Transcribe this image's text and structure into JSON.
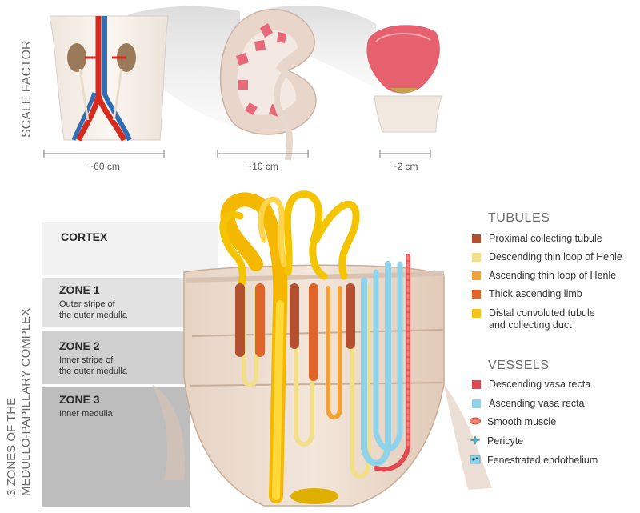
{
  "scale_factor": {
    "heading": "SCALE FACTOR",
    "bars": [
      {
        "label": "~60 cm"
      },
      {
        "label": "~10 cm"
      },
      {
        "label": "~2 cm"
      }
    ]
  },
  "complex": {
    "heading_line1": "3 ZONES OF THE",
    "heading_line2": "MEDULLO-PAPILLARY COMPLEX"
  },
  "zones": [
    {
      "title": "CORTEX",
      "subtitle_line1": "",
      "subtitle_line2": ""
    },
    {
      "title": "ZONE 1",
      "subtitle_line1": "Outer stripe of",
      "subtitle_line2": "the outer medulla"
    },
    {
      "title": "ZONE 2",
      "subtitle_line1": "Inner stripe of",
      "subtitle_line2": "the outer medulla"
    },
    {
      "title": "ZONE 3",
      "subtitle_line1": "Inner medulla",
      "subtitle_line2": ""
    }
  ],
  "legend": {
    "tubules_heading": "TUBULES",
    "tubules": [
      {
        "label_line1": "Proximal collecting tubule",
        "label_line2": "",
        "color": "#b2502f"
      },
      {
        "label_line1": "Descending thin loop of Henle",
        "label_line2": "",
        "color": "#f3df8a"
      },
      {
        "label_line1": "Ascending thin loop of Henle",
        "label_line2": "",
        "color": "#f0a13a"
      },
      {
        "label_line1": "Thick ascending limb",
        "label_line2": "",
        "color": "#e0652a"
      },
      {
        "label_line1": "Distal convoluted tubule",
        "label_line2": "and collecting duct",
        "color": "#f7c21a"
      }
    ],
    "vessels_heading": "VESSELS",
    "vessels": [
      {
        "label": "Descending vasa recta",
        "icon": "red-square-icon",
        "color": "#e0494f"
      },
      {
        "label": "Ascending vasa recta",
        "icon": "blue-square-icon",
        "color": "#8fd3ea"
      },
      {
        "label": "Smooth muscle",
        "icon": "smooth-muscle-icon",
        "color": "#f08070"
      },
      {
        "label": "Pericyte",
        "icon": "pericyte-icon",
        "color": "#4fb6c6"
      },
      {
        "label": "Fenestrated endothelium",
        "icon": "fenestrated-endothelium-icon",
        "color": "#8fd3ea"
      }
    ]
  }
}
